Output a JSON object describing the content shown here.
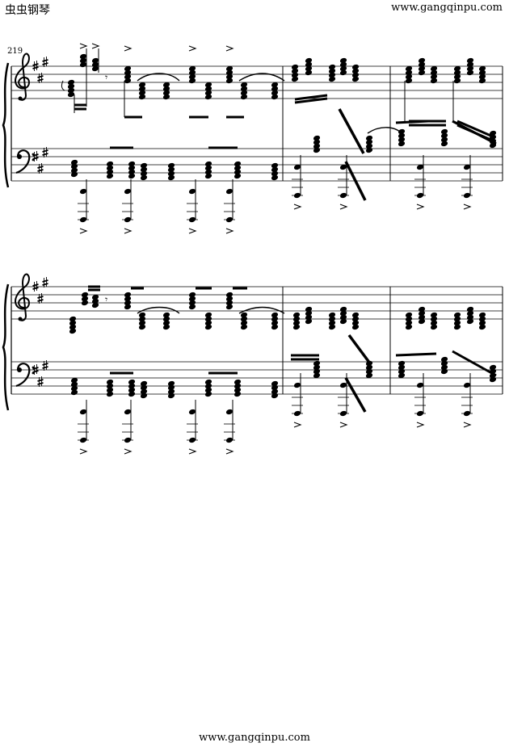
{
  "header": {
    "site_name_cn": "虫虫钢琴",
    "site_url": "www.gangqinpu.com"
  },
  "score": {
    "measure_number": "219",
    "key_signature": "A major (3 sharps)",
    "systems": 2,
    "staves_per_system": 2,
    "clefs": [
      "treble",
      "bass"
    ]
  },
  "footer": {
    "site_url": "www.gangqinpu.com"
  }
}
